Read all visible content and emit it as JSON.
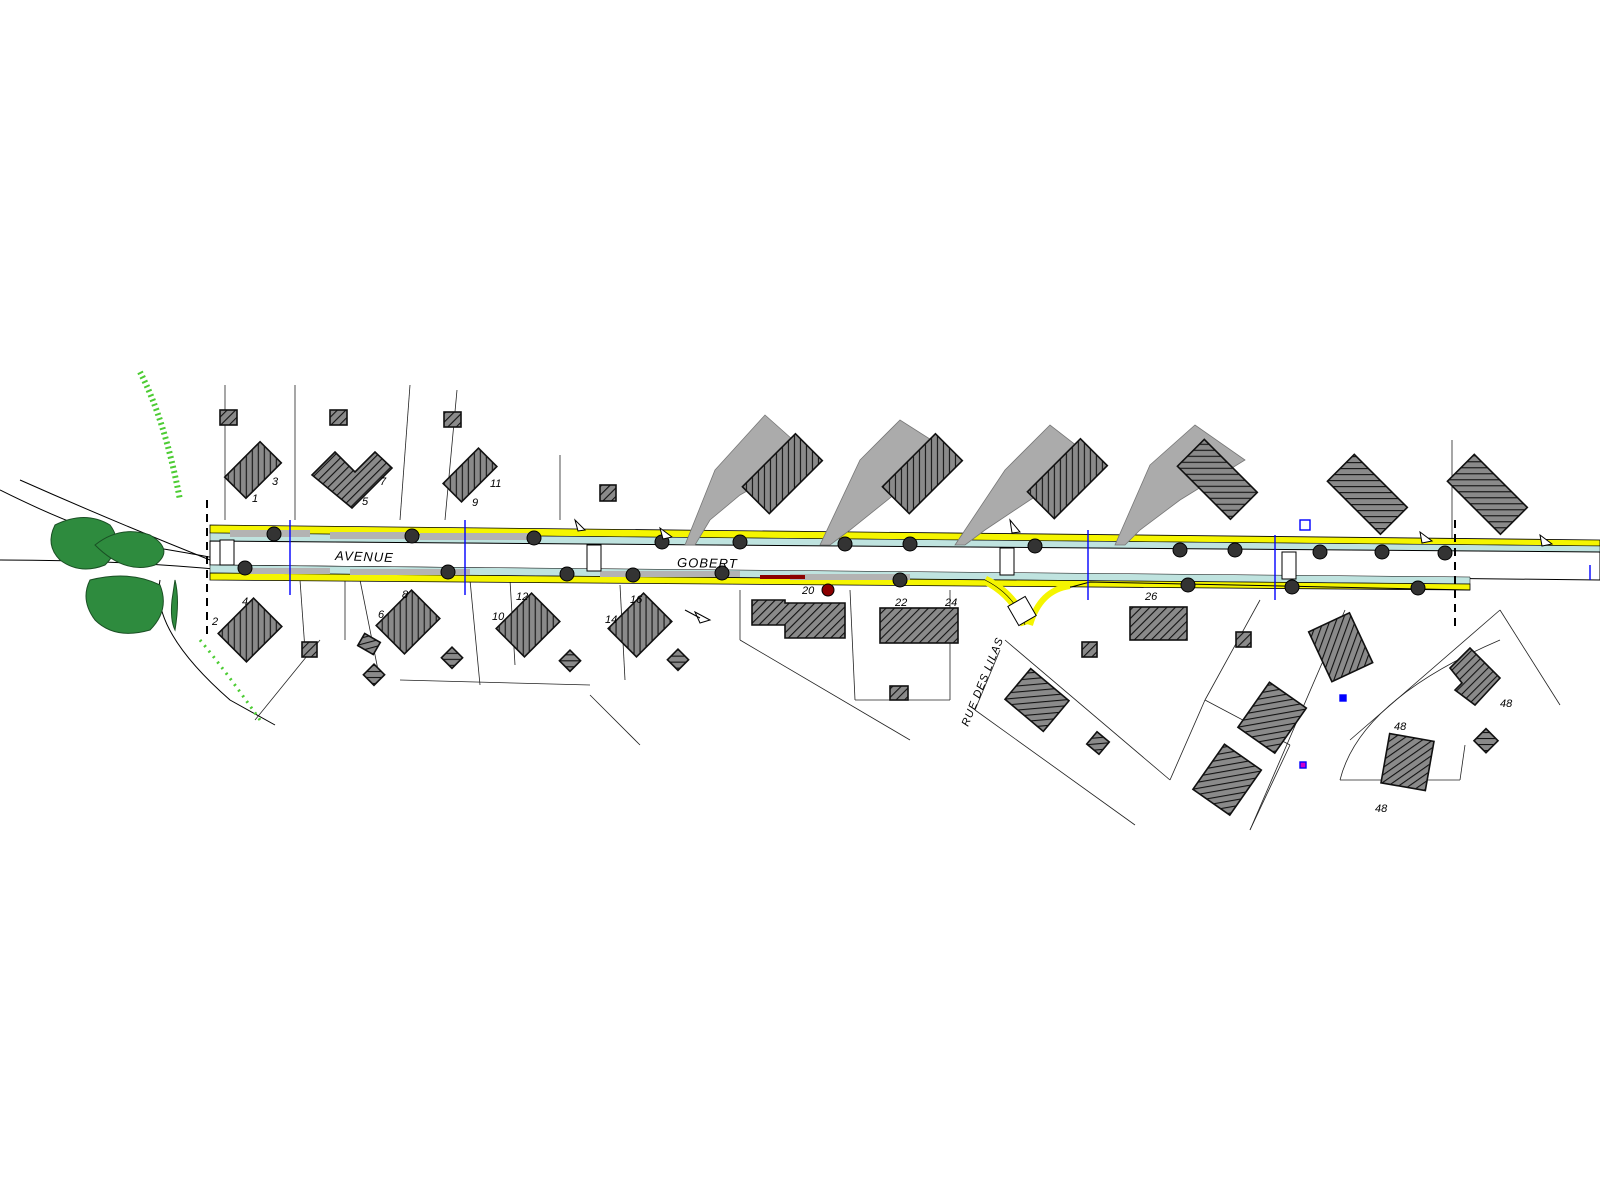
{
  "plan": {
    "street_name_part1": "AVENUE",
    "street_name_part2": "GOBERT",
    "side_street": "RUE DES LILAS",
    "house_numbers": {
      "n1": "1",
      "n2": "2",
      "n3": "3",
      "n4": "4",
      "n5": "5",
      "n6": "6",
      "n7": "7",
      "n8": "8",
      "n9": "9",
      "n10": "10",
      "n11": "11",
      "n12": "12",
      "n14": "14",
      "n16": "16",
      "n20": "20",
      "n22": "22",
      "n24": "24",
      "n26": "26",
      "n48a": "48",
      "n48b": "48",
      "n48c": "48"
    },
    "colors": {
      "sidewalk": "#f5f500",
      "planting": "#bfe3df",
      "paving": "#b3b3b3",
      "green_space": "#2e8b3e",
      "building": "#777777",
      "annex": "#ababab",
      "network": "#0000ff"
    },
    "icons": [
      "tree-icon",
      "arrow-icon",
      "crosswalk-icon",
      "network-marker-icon"
    ]
  }
}
